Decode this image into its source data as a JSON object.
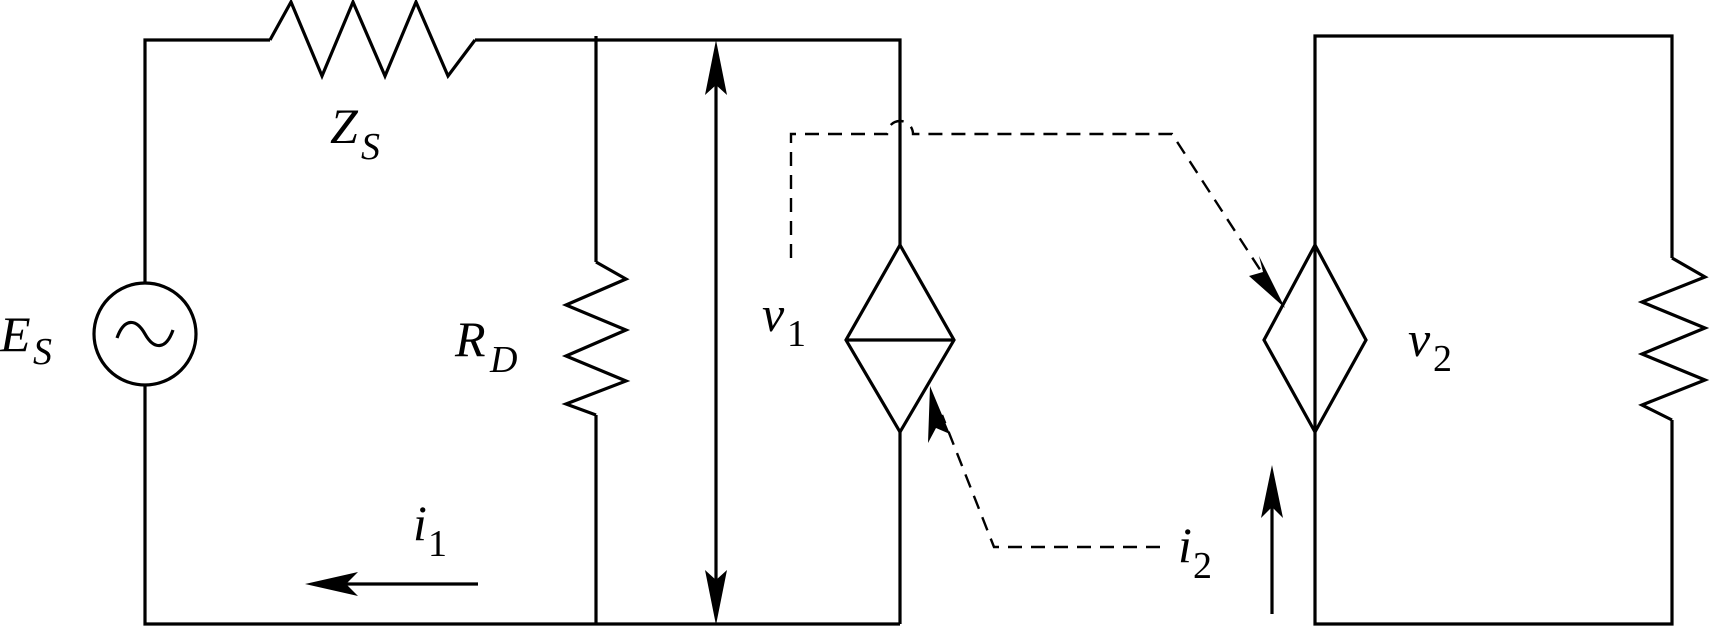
{
  "labels": {
    "source": {
      "main": "E",
      "sub": "S"
    },
    "source_impedance": {
      "main": "Z",
      "sub": "S"
    },
    "resistor": {
      "main": "R",
      "sub": "D"
    },
    "voltage_1": {
      "main": "v",
      "sub": "1"
    },
    "voltage_2": {
      "main": "v",
      "sub": "2"
    },
    "current_1": {
      "main": "i",
      "sub": "1"
    },
    "current_2": {
      "main": "i",
      "sub": "2"
    }
  },
  "source_symbol": "~"
}
